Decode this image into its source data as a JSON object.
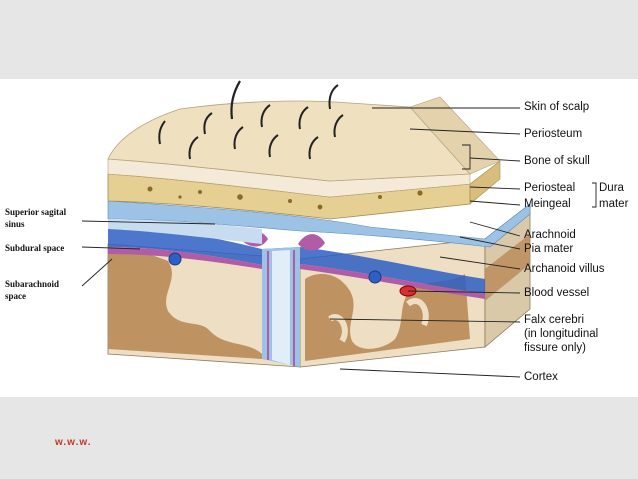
{
  "labels_right": {
    "skin": "Skin of scalp",
    "periosteum": "Periosteum",
    "bone": "Bone of skull",
    "periosteal": "Periosteal",
    "meningeal": "Meingeal",
    "dura1": "Dura",
    "dura2": "mater",
    "arachnoid": "Arachnoid",
    "pia": "Pia mater",
    "villus": "Archanoid villus",
    "blood": "Blood vessel",
    "falx1": "Falx cerebri",
    "falx2": "(in longitudinal",
    "falx3": "fissure only)",
    "cortex": "Cortex"
  },
  "labels_left": {
    "sinus1": "Superior sagital",
    "sinus2": "sinus",
    "subdural": "Subdural space",
    "subarach1": "Subarachnoid",
    "subarach2": "space"
  },
  "footer": "w.w.w.",
  "colors": {
    "background": "#e6e6e6",
    "panel": "#ffffff",
    "skin": "#efe0bf",
    "bone": "#e6cf93",
    "dura": "#9cc3e6",
    "csf": "#2d5fc4",
    "pia": "#b15ca6",
    "cortex": "#b98a58",
    "white_matter": "#eedec4",
    "accent": "#c0392b"
  }
}
